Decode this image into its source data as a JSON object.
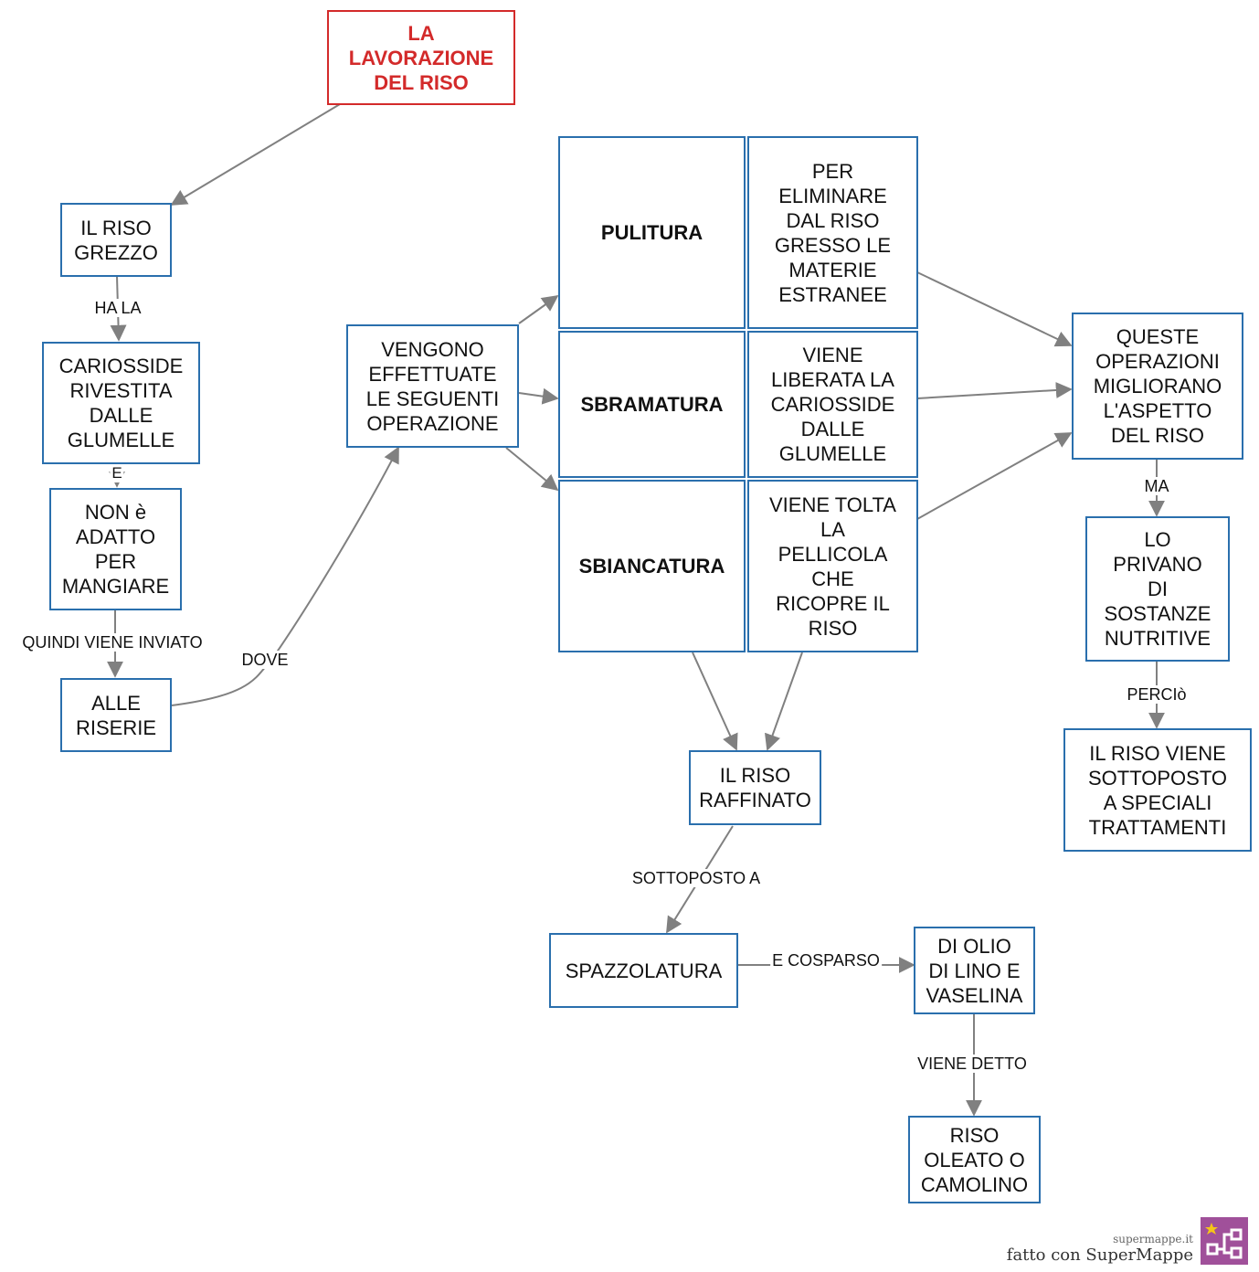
{
  "nodes": {
    "title": "LA\nLAVORAZIONE\nDEL RISO",
    "riso_grezzo": "IL RISO\nGREZZO",
    "cariosside": "CARIOSSIDE\nRIVESTITA\nDALLE\nGLUMELLE",
    "non_adatto": "NON è\nADATTO\nPER\nMANGIARE",
    "alle_riserie": "ALLE\nRISERIE",
    "vengono": "VENGONO\nEFFETTUATE\nLE SEGUENTI\nOPERAZIONE",
    "pulitura": "PULITURA",
    "pulitura_desc": "PER\nELIMINARE\nDAL RISO\nGRESSO LE\nMATERIE\nESTRANEE",
    "sbramatura": "SBRAMATURA",
    "sbramatura_desc": "VIENE\nLIBERATA LA\nCARIOSSIDE\nDALLE\nGLUMELLE",
    "sbiancatura": "SBIANCATURA",
    "sbiancatura_desc": "VIENE TOLTA\nLA\nPELLICOLA\nCHE\nRICOPRE IL\nRISO",
    "queste_operazioni": "QUESTE\nOPERAZIONI\nMIGLIORANO\nL'ASPETTO\nDEL RISO",
    "lo_privano": "LO\nPRIVANO\nDI\nSOSTANZE\nNUTRITIVE",
    "trattamenti": "IL RISO VIENE\nSOTTOPOSTO\nA SPECIALI\nTRATTAMENTI",
    "riso_raffinato": "IL RISO\nRAFFINATO",
    "spazzolatura": "SPAZZOLATURA",
    "olio_lino": "DI OLIO\nDI LINO E\nVASELINA",
    "riso_oleato": "RISO\nOLEATO O\nCAMOLINO"
  },
  "edge_labels": {
    "ha_la": "HA LA",
    "e": "E",
    "quindi_viene_inviato": "QUINDI VIENE INVIATO",
    "dove": "DOVE",
    "ma": "MA",
    "percio": "PERCIò",
    "sottoposto_a": "SOTTOPOSTO A",
    "e_cosparso": "E COSPARSO",
    "viene_detto": "VIENE DETTO"
  },
  "watermark": {
    "site": "supermappe.it",
    "made_with": "fatto con SuperMappe"
  },
  "colors": {
    "node_border": "#2a6fad",
    "title_border": "#d32a2a",
    "title_text": "#d32a2a",
    "edge": "#808080",
    "logo": "#a0509a"
  }
}
